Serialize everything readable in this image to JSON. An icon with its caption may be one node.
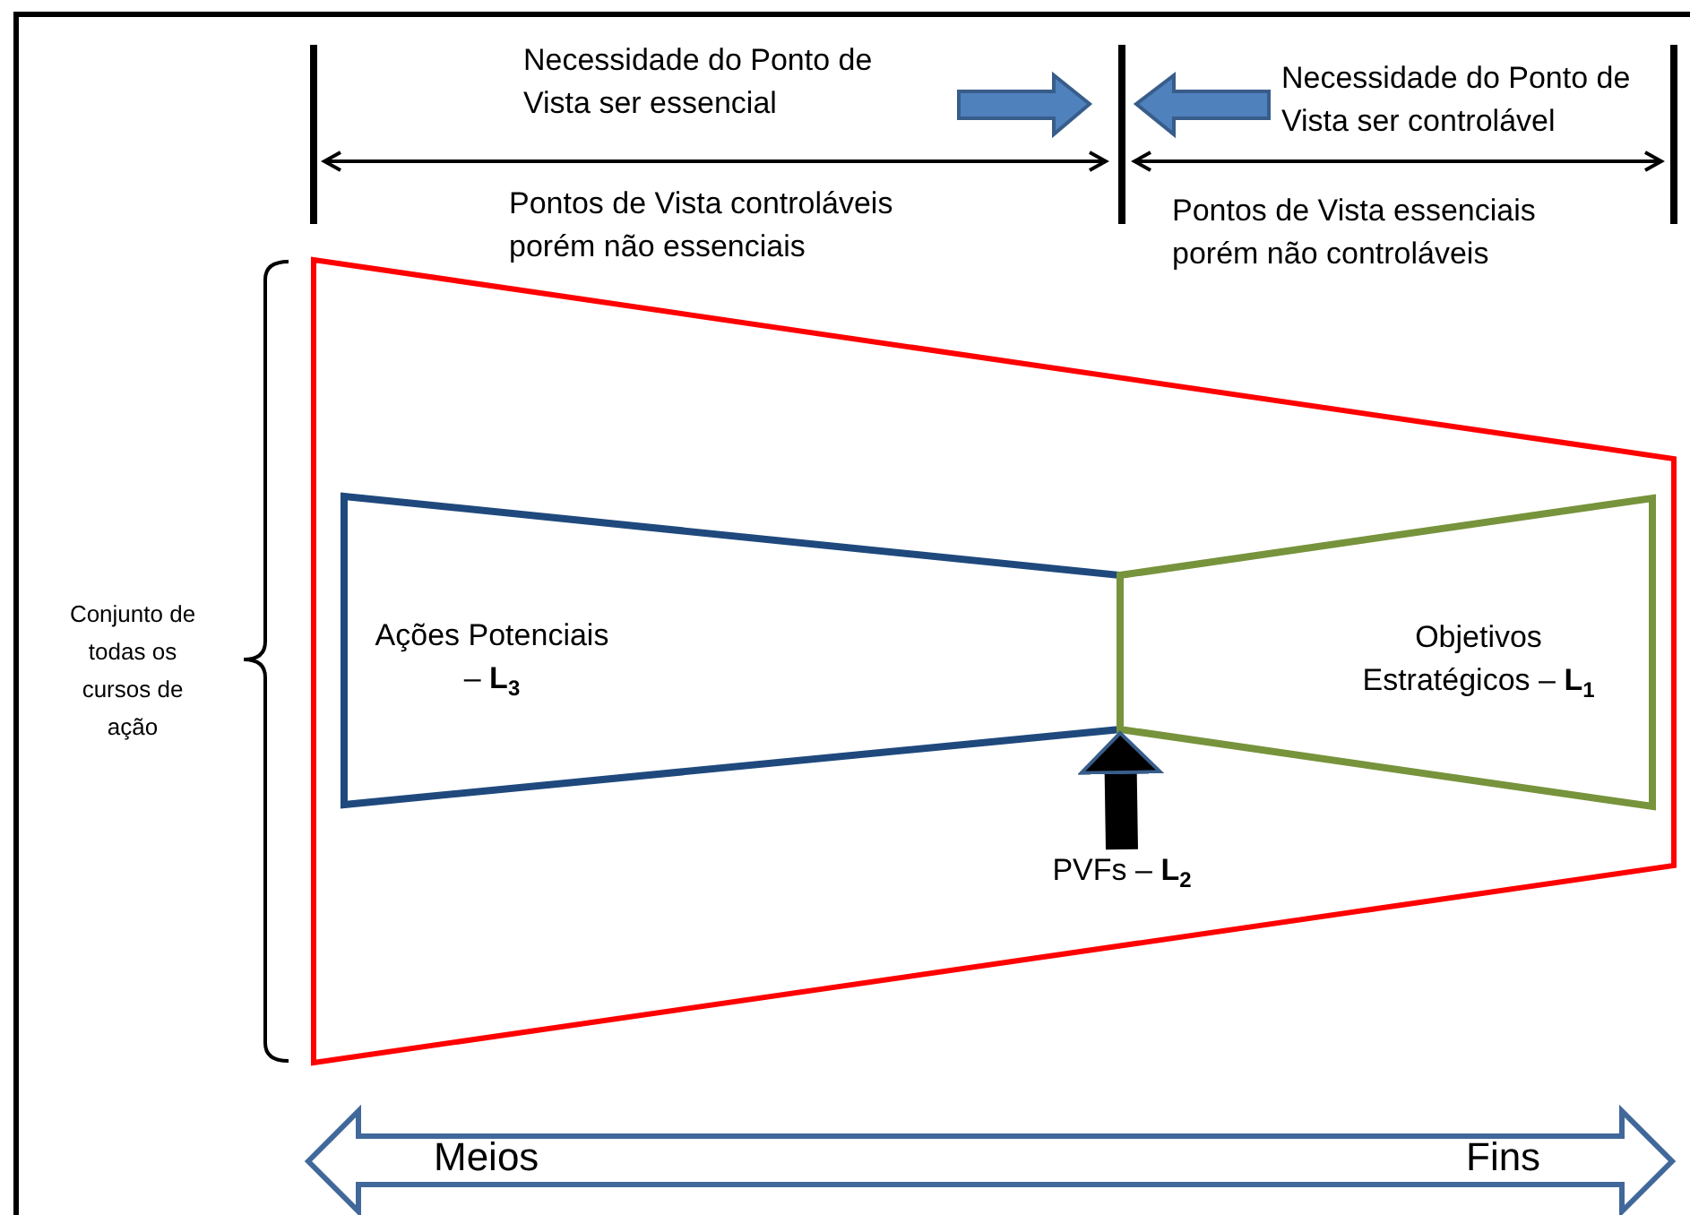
{
  "diagram": {
    "nodes": [
      {
        "text": [],
        "shape": "trapezoid"
      },
      {
        "text": [
          "Ações Potenciais – **L**$_{3}$"
        ],
        "in": 0
      },
      {
        "text": [
          "Objetivos Estratégicos – **L**$_{1}$"
        ],
        "in": 0
      },
      {
        "text": [
          "PVFs – **L**$_{2}$"
        ],
        "in": 0
      }
    ],
    "edges": [
      {
        "from": 3,
        "to": 2,
        "arrow": "to"
      }
    ],
    "labels": [
      "Necessidade do Ponto de Vista ser essencial",
      "Necessidade do Ponto de Vista ser controlável",
      "Pontos de Vista controláveis porém não essenciais",
      "Pontos de Vista essenciais porém não controláveis",
      "Conjunto de todas os cursos de ação",
      "Meios",
      "Fins"
    ]
  }
}
